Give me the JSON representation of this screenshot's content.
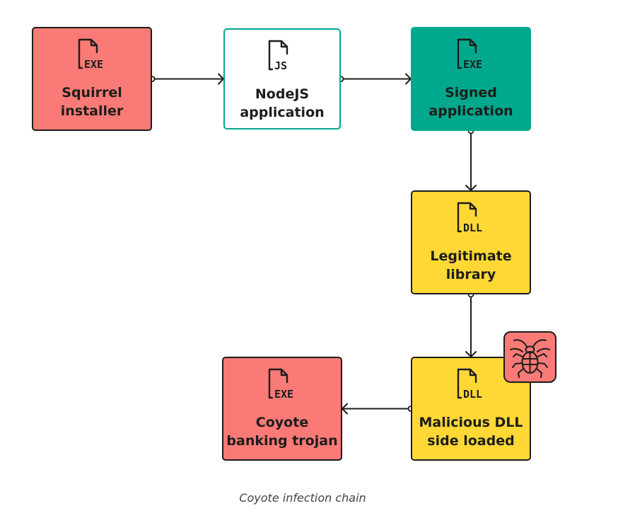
{
  "diagram": {
    "nodes": [
      {
        "id": "squirrel",
        "label": "Squirrel\ninstaller",
        "icon": "exe-file-icon",
        "file_tag": "EXE",
        "fill": "#f97a76",
        "border": "#1d1d1b"
      },
      {
        "id": "nodejs",
        "label": "NodeJS\napplication",
        "icon": "js-file-icon",
        "file_tag": "JS",
        "fill": "#ffffff",
        "border": "#00a88e"
      },
      {
        "id": "signed",
        "label": "Signed\napplication",
        "icon": "exe-file-icon",
        "file_tag": "EXE",
        "fill": "#00a88e",
        "border": "#00a88e"
      },
      {
        "id": "legit",
        "label": "Legitimate\nlibrary",
        "icon": "dll-file-icon",
        "file_tag": "DLL",
        "fill": "#ffd836",
        "border": "#1d1d1b"
      },
      {
        "id": "malicious",
        "label": "Malicious DLL\nside loaded",
        "icon": "dll-file-icon",
        "file_tag": "DLL",
        "fill": "#ffd836",
        "border": "#1d1d1b"
      },
      {
        "id": "coyote",
        "label": "Coyote\nbanking trojan",
        "icon": "exe-file-icon",
        "file_tag": "EXE",
        "fill": "#f97a76",
        "border": "#1d1d1b"
      }
    ],
    "edges": [
      {
        "from": "squirrel",
        "to": "nodejs"
      },
      {
        "from": "nodejs",
        "to": "signed"
      },
      {
        "from": "signed",
        "to": "legit"
      },
      {
        "from": "legit",
        "to": "malicious"
      },
      {
        "from": "malicious",
        "to": "coyote"
      }
    ],
    "badge": {
      "attached_to": "malicious",
      "icon": "bug-icon",
      "fill": "#f97a76"
    },
    "caption": "Coyote infection chain"
  },
  "colors": {
    "line": "#1d1d1b",
    "red": "#f97a76",
    "teal": "#00a88e",
    "yellow": "#ffd836"
  }
}
